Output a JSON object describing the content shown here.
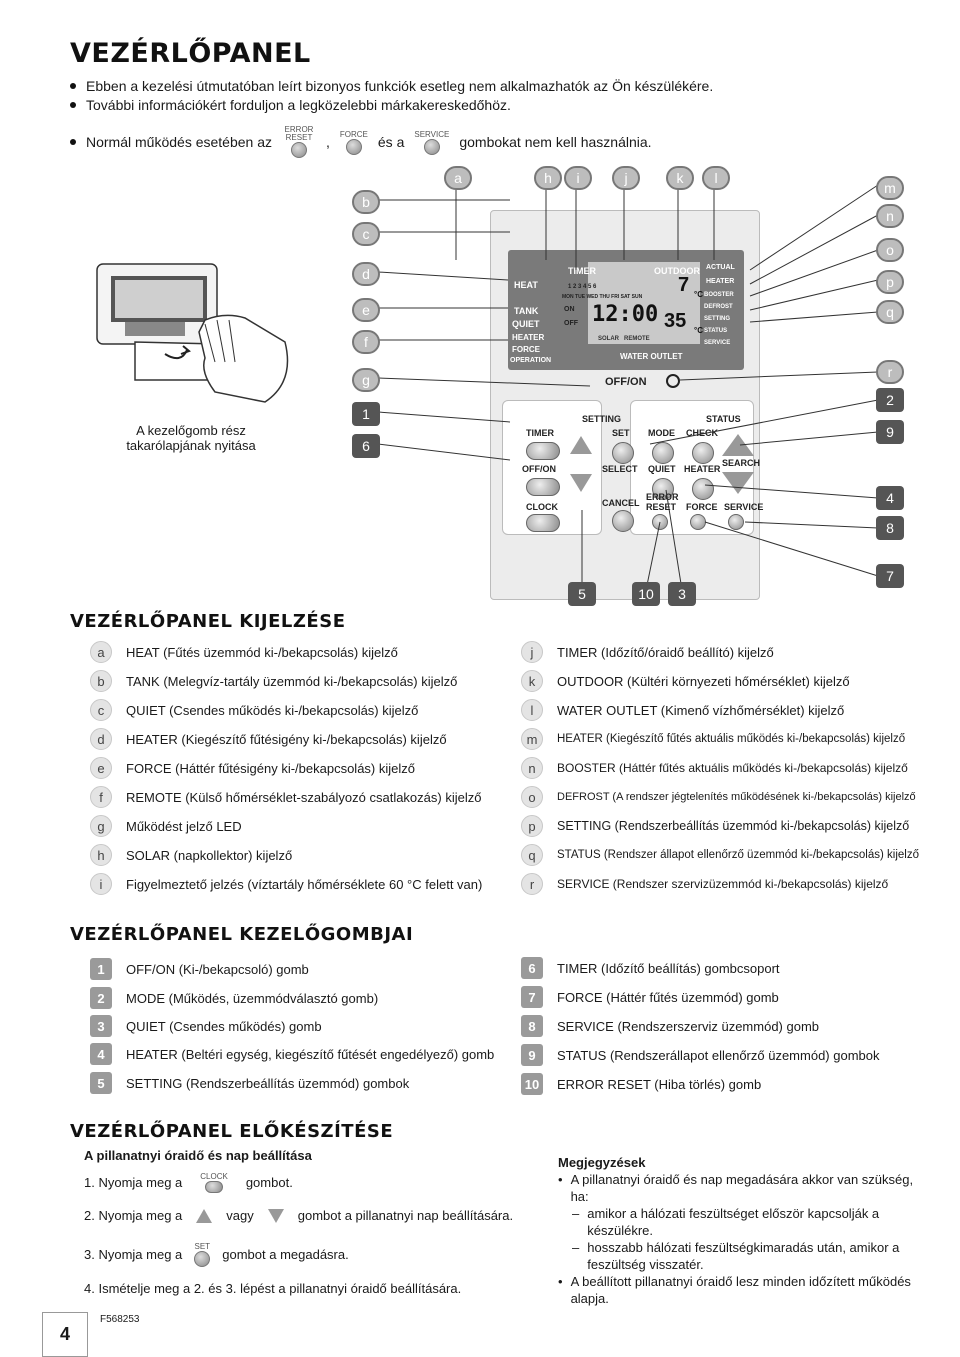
{
  "title": "VEZÉRLŐPANEL",
  "intro": {
    "bullet1": "Ebben a kezelési útmutatóban leírt bizonyos funkciók esetleg nem alkalmazhatók az Ön készülékére.",
    "bullet2": "További információkért forduljon a legközelebbi márkakereskedőhöz.",
    "bullet3_pre": "Normál működés esetében az",
    "bullet3_btn1": "ERROR RESET",
    "bullet3_sep": ",",
    "bullet3_btn2": "FORCE",
    "bullet3_mid": "és a",
    "bullet3_btn3": "SERVICE",
    "bullet3_post": "gombokat nem kell használnia."
  },
  "figure": {
    "caption_line1": "A kezelőgomb rész",
    "caption_line2": "takarólapjának nyitása",
    "lcd": {
      "heat": "HEAT",
      "tank": "TANK",
      "quiet": "QUIET",
      "heater": "HEATER",
      "force": "FORCE",
      "operation": "OPERATION",
      "timer": "TIMER",
      "outdoor": "OUTDOOR",
      "actual": "ACTUAL",
      "heater_r": "HEATER",
      "booster": "BOOSTER",
      "defrost": "DEFROST",
      "setting": "SETTING",
      "status": "STATUS",
      "service": "SERVICE",
      "water_outlet": "WATER OUTLET",
      "timer_days": "1 2 3 4 5 6",
      "weekdays": "MON TUE WED THU FRI SAT SUN",
      "on": "ON",
      "off": "OFF",
      "clock": "12:00",
      "outdoor_temp": "7",
      "water_temp": "35",
      "unit_c": "°C",
      "solar": "SOLAR",
      "remote": "REMOTE"
    },
    "controls": {
      "off_on": "OFF/ON",
      "setting": "SETTING",
      "status": "STATUS",
      "timer": "TIMER",
      "set": "SET",
      "mode": "MODE",
      "check": "CHECK",
      "select": "SELECT",
      "quiet": "QUIET",
      "heater": "HEATER",
      "search": "SEARCH",
      "offon_small": "OFF/ON",
      "clock": "CLOCK",
      "cancel": "CANCEL",
      "error_reset": "ERROR RESET",
      "force": "FORCE",
      "service": "SERVICE"
    },
    "callouts_letters_top": [
      "a",
      "h",
      "i",
      "j",
      "k",
      "l"
    ],
    "callouts_letters_left": [
      "b",
      "c",
      "d",
      "e",
      "f",
      "g"
    ],
    "callouts_letters_right": [
      "m",
      "n",
      "o",
      "p",
      "q",
      "r"
    ],
    "callouts_nums_left": [
      "1",
      "6"
    ],
    "callouts_nums_right": [
      "2",
      "9",
      "4",
      "8",
      "7"
    ],
    "callouts_nums_bottom": [
      "5",
      "10",
      "3"
    ]
  },
  "display_section": {
    "heading": "VEZÉRLŐPANEL KIJELZÉSE",
    "left": [
      {
        "key": "a",
        "text": "HEAT (Fűtés üzemmód ki-/bekapcsolás) kijelző"
      },
      {
        "key": "b",
        "text": "TANK (Melegvíz-tartály üzemmód ki-/bekapcsolás) kijelző"
      },
      {
        "key": "c",
        "text": "QUIET (Csendes működés ki-/bekapcsolás) kijelző"
      },
      {
        "key": "d",
        "text": "HEATER (Kiegészítő fűtésigény ki-/bekapcsolás) kijelző"
      },
      {
        "key": "e",
        "text": "FORCE (Háttér fűtésigény ki-/bekapcsolás) kijelző"
      },
      {
        "key": "f",
        "text": "REMOTE (Külső hőmérséklet-szabályozó csatlakozás) kijelző"
      },
      {
        "key": "g",
        "text": "Működést jelző LED"
      },
      {
        "key": "h",
        "text": "SOLAR (napkollektor) kijelző"
      },
      {
        "key": "i",
        "text": "Figyelmeztető jelzés (víztartály hőmérséklete 60 °C felett van)"
      }
    ],
    "right": [
      {
        "key": "j",
        "text": "TIMER (Időzítő/óraidő beállító) kijelző"
      },
      {
        "key": "k",
        "text": "OUTDOOR (Kültéri környezeti hőmérséklet) kijelző"
      },
      {
        "key": "l",
        "text": "WATER OUTLET (Kimenő vízhőmérséklet) kijelző"
      },
      {
        "key": "m",
        "text": "HEATER (Kiegészítő fűtés aktuális működés ki-/bekapcsolás) kijelző"
      },
      {
        "key": "n",
        "text": "BOOSTER (Háttér fűtés aktuális működés ki-/bekapcsolás) kijelző"
      },
      {
        "key": "o",
        "text": "DEFROST (A rendszer jégtelenítés működésének ki-/bekapcsolás) kijelző"
      },
      {
        "key": "p",
        "text": "SETTING (Rendszerbeállítás üzemmód ki-/bekapcsolás) kijelző"
      },
      {
        "key": "q",
        "text": "STATUS (Rendszer állapot ellenőrző üzemmód ki-/bekapcsolás) kijelző"
      },
      {
        "key": "r",
        "text": "SERVICE (Rendszer szervizüzemmód ki-/bekapcsolás) kijelző"
      }
    ]
  },
  "buttons_section": {
    "heading": "VEZÉRLŐPANEL KEZELŐGOMBJAI",
    "left": [
      {
        "key": "1",
        "text": "OFF/ON (Ki-/bekapcsoló) gomb"
      },
      {
        "key": "2",
        "text": "MODE (Működés, üzemmódválasztó gomb)"
      },
      {
        "key": "3",
        "text": "QUIET (Csendes működés) gomb"
      },
      {
        "key": "4",
        "text": "HEATER (Beltéri egység, kiegészítő fűtését engedélyező) gomb"
      },
      {
        "key": "5",
        "text": "SETTING (Rendszerbeállítás üzemmód) gombok"
      }
    ],
    "right": [
      {
        "key": "6",
        "text": "TIMER (Időzítő beállítás) gombcsoport"
      },
      {
        "key": "7",
        "text": "FORCE (Háttér fűtés üzemmód) gomb"
      },
      {
        "key": "8",
        "text": "SERVICE (Rendszerszerviz üzemmód) gomb"
      },
      {
        "key": "9",
        "text": "STATUS (Rendszerállapot ellenőrző üzemmód) gombok"
      },
      {
        "key": "10",
        "text": "ERROR RESET (Hiba törlés) gomb"
      }
    ]
  },
  "prep_section": {
    "heading": "VEZÉRLŐPANEL ELŐKÉSZÍTÉSE",
    "subheading": "A pillanatnyi óraidő és nap beállítása",
    "step1_pre": "1. Nyomja meg a",
    "step1_btn": "CLOCK",
    "step1_post": "gombot.",
    "step2_pre": "2. Nyomja meg a",
    "step2_mid": "vagy",
    "step2_post": "gombot a pillanatnyi nap beállítására.",
    "step3_pre": "3. Nyomja meg a",
    "step3_btn": "SET",
    "step3_post": "gombot a megadásra.",
    "step4": "4. Ismételje meg a 2. és 3. lépést a pillanatnyi óraidő beállítására."
  },
  "notes": {
    "heading": "Megjegyzések",
    "bullet1": "A pillanatnyi óraidő és nap megadására akkor van szükség, ha:",
    "dash1": "amikor a hálózati feszültséget először kapcsolják a készülékre.",
    "dash2": "hosszabb hálózati feszültségkimaradás után, amikor a feszültség visszatér.",
    "bullet2": "A beállított pillanatnyi óraidő lesz minden időzített működés alapja."
  },
  "footer": {
    "page_number": "4",
    "doc_code": "F568253"
  }
}
